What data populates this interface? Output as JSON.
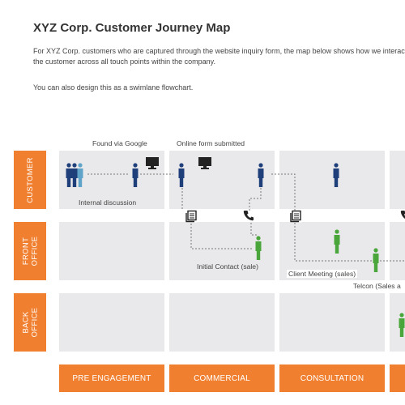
{
  "title": "XYZ Corp. Customer Journey Map",
  "intro": {
    "line1": "For XYZ Corp. customers who are captured through the website inquiry form, the map below shows how we interact with",
    "line2": "the customer across all touch points within the company.",
    "line3": "You can also design this as a swimlane flowchart."
  },
  "lanes": [
    {
      "label": "CUSTOMER"
    },
    {
      "label": "FRONT\nOFFICE"
    },
    {
      "label": "BACK\nOFFICE"
    }
  ],
  "phases": [
    {
      "label": "PRE ENGAGEMENT"
    },
    {
      "label": "COMMERCIAL"
    },
    {
      "label": "CONSULTATION"
    }
  ],
  "annotations": {
    "found_via_google": "Found via Google",
    "online_form": "Online form submitted",
    "internal_discussion": "Internal discussion",
    "initial_contact": "Initial Contact (sale)",
    "client_meeting": "Client Meeting (sales)",
    "telcon": "Telcon (Sales a"
  },
  "colors": {
    "accent": "#f07f2f",
    "cell": "#e9e9eb",
    "customer_figure": "#1f3f7a",
    "customer_figure_light": "#5fa3c8",
    "staff_figure": "#4aa63a",
    "connector": "#777777",
    "icon_dark": "#222222"
  }
}
